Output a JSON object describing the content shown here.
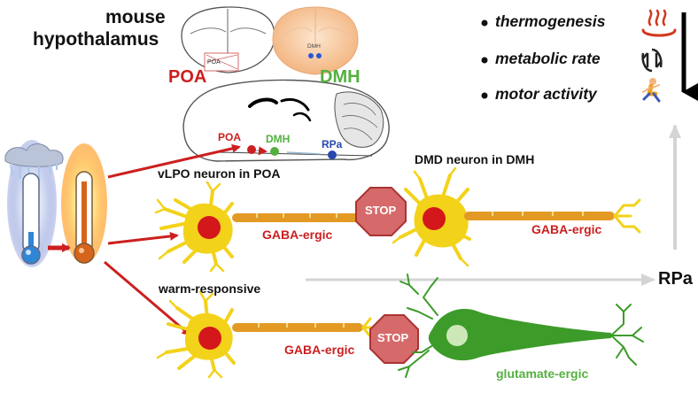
{
  "header": {
    "title_line1": "mouse",
    "title_line2": "hypothalamus"
  },
  "brain": {
    "coronal_left_label": "POA",
    "coronal_left_inset_label": "POA",
    "coronal_right_label": "DMH",
    "coronal_right_inset_label": "DMH",
    "sagittal_poa": "POA",
    "sagittal_dmh": "DMH",
    "sagittal_rpa": "RPa"
  },
  "effects": {
    "items": [
      {
        "label": "thermogenesis",
        "icon": "hot-springs-icon"
      },
      {
        "label": "metabolic rate",
        "icon": "refresh-arrows-icon"
      },
      {
        "label": "motor activity",
        "icon": "running-person-icon"
      }
    ],
    "trend": "decrease"
  },
  "labels": {
    "vlpo_neuron": "vLPO neuron in POA",
    "dmd_neuron": "DMD neuron in DMH",
    "warm_responsive": "warm-responsive",
    "gaba_top_left": "GABA-ergic",
    "gaba_top_right": "GABA-ergic",
    "gaba_bottom": "GABA-ergic",
    "glutamate": "glutamate-ergic",
    "rpa": "RPa",
    "stop_top": "STOP",
    "stop_bottom": "STOP"
  },
  "colors": {
    "red": "#cc1f1f",
    "green": "#54b03f",
    "blue": "#2747b0",
    "neuron_yellow": "#f3d21a",
    "axon_orange": "#e39a24",
    "glut_green": "#3d9b2a",
    "arrow_gray": "#d4d4d4"
  }
}
